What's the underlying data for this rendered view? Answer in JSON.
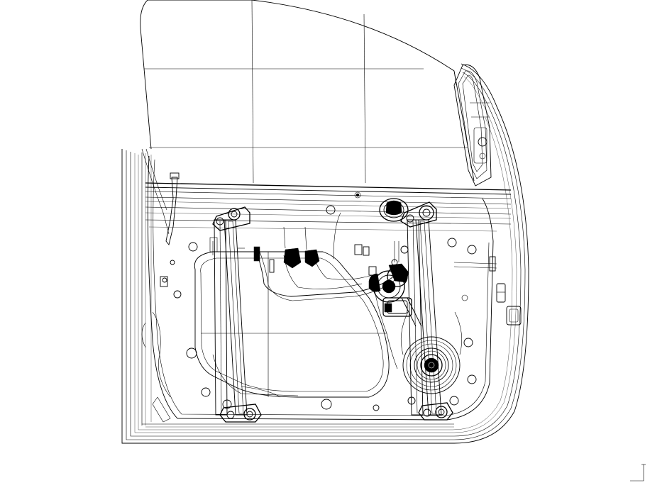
{
  "drawing": {
    "colors": {
      "line": "#000000",
      "background": "#ffffff"
    },
    "components": [
      "window-glass",
      "door-frame",
      "window-regulator-rail-left",
      "window-regulator-rail-right",
      "regulator-motor",
      "speaker",
      "door-latch",
      "mirror-mount"
    ]
  }
}
